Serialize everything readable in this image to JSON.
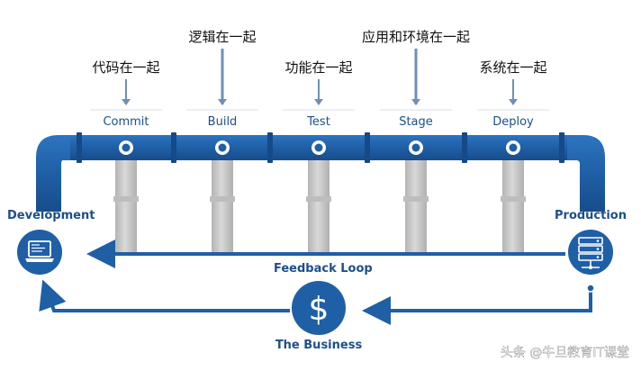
{
  "stages": [
    {
      "name": "Commit",
      "chinese": "代码在一起",
      "level": "low"
    },
    {
      "name": "Build",
      "chinese": "逻辑在一起",
      "level": "high"
    },
    {
      "name": "Test",
      "chinese": "功能在一起",
      "level": "low"
    },
    {
      "name": "Stage",
      "chinese": "应用和环境在一起",
      "level": "high"
    },
    {
      "name": "Deploy",
      "chinese": "系统在一起",
      "level": "low"
    }
  ],
  "development_label": "Development",
  "production_label": "Production",
  "feedback_label": "Feedback Loop",
  "business_label": "The Business",
  "watermark": "头条 @牛旦教育IT课堂",
  "colors": {
    "pipe": "#1f5fa6",
    "pipe_dark": "#164a86",
    "column": "#c8c8c8",
    "text_blue": "#1d4f8c"
  },
  "icons": [
    "laptop-icon",
    "server-stack-icon",
    "dollar-icon"
  ]
}
